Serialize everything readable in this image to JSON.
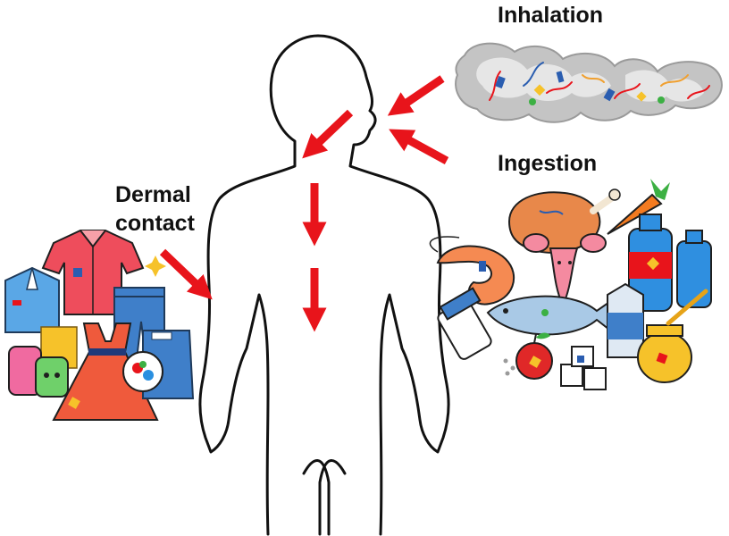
{
  "labels": {
    "inhalation": "Inhalation",
    "ingestion": "Ingestion",
    "dermal_line1": "Dermal",
    "dermal_line2": "contact"
  },
  "colors": {
    "arrow": "#e8141b",
    "body_outline": "#111111",
    "smoke": "#bdbdbd",
    "shirt": "#ee4d5c",
    "dress": "#ef5a3c",
    "jeans": "#3f7fc9",
    "meat": "#e8884a",
    "carrot": "#f47b20",
    "shrimp": "#f58a52",
    "lobster": "#f48aa0",
    "fish": "#a9c9e6",
    "bottle": "#2f8fe0",
    "honey": "#f6c22a",
    "apple": "#e02828"
  },
  "icons": {
    "body": "human-silhouette-icon",
    "smoke": "smoke-cloud-icon",
    "clothing": "clothing-group-icon",
    "food": "food-group-icon",
    "arrow": "red-arrow-icon"
  }
}
